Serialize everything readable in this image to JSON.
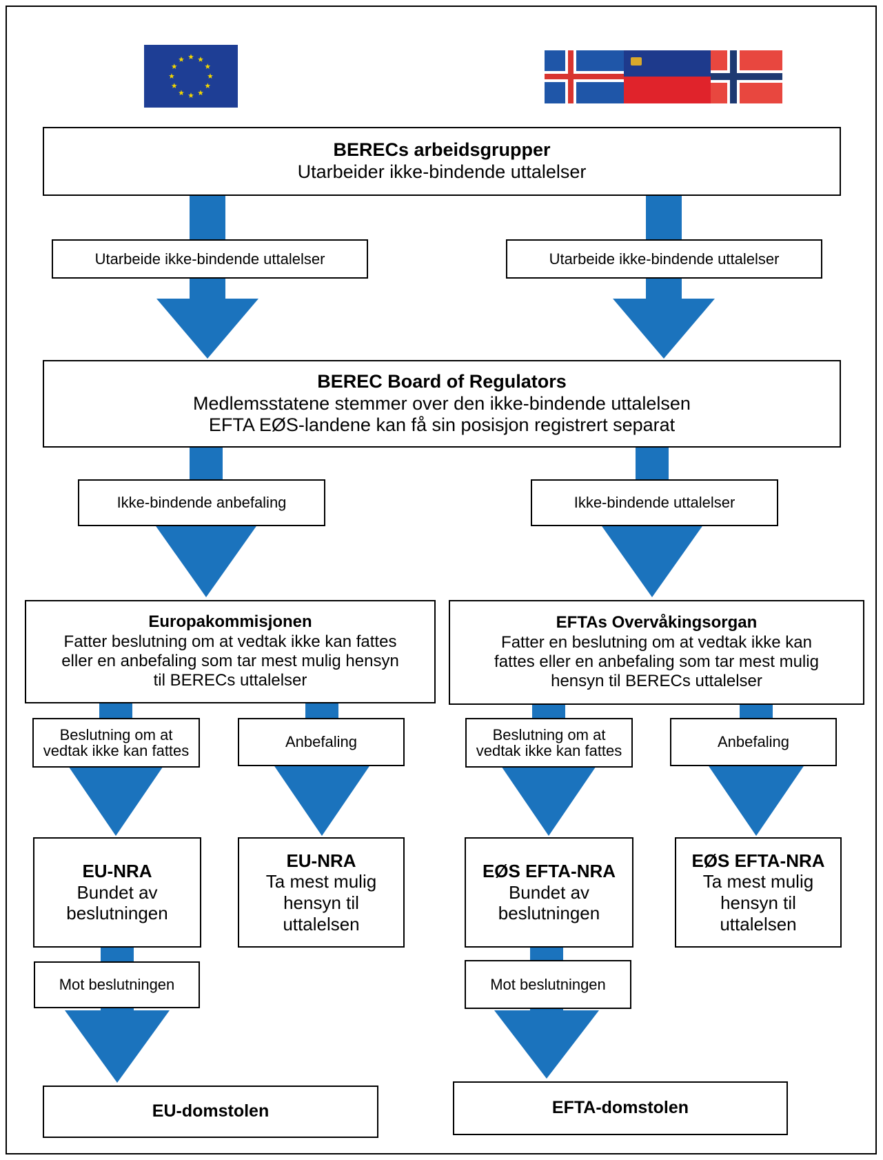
{
  "colors": {
    "arrow": "#1B73BD",
    "eu_blue": "#1E3E95",
    "eu_star": "#F2D600"
  },
  "flags": [
    {
      "name": "eu-flag",
      "meaning": "EU"
    },
    {
      "name": "iceland-flag",
      "meaning": "Iceland"
    },
    {
      "name": "liechtenstein-flag",
      "meaning": "Liechtenstein"
    },
    {
      "name": "norway-flag",
      "meaning": "Norway"
    }
  ],
  "top": {
    "title": "BERECs arbeidsgrupper",
    "text": "Utarbeider ikke-bindende uttalelser"
  },
  "step1": {
    "left": "Utarbeide ikke-bindende uttalelser",
    "right": "Utarbeide ikke-bindende uttalelser"
  },
  "board": {
    "title": "BEREC Board of Regulators",
    "line1": "Medlemsstatene stemmer over den ikke-bindende uttalelsen",
    "line2": "EFTA EØS-landene kan få sin posisjon registrert separat"
  },
  "step2": {
    "left": "Ikke-bindende anbefaling",
    "right": "Ikke-bindende uttalelser"
  },
  "commission": {
    "title": "Europakommisjonen",
    "line1": "Fatter  beslutning om at vedtak ikke kan fattes",
    "line2": "eller en anbefaling som tar mest mulig hensyn",
    "line3": "til BERECs uttalelser"
  },
  "esa": {
    "title": "EFTAs Overvåkingsorgan",
    "line1": "Fatter  en beslutning om at vedtak ikke kan",
    "line2": "fattes eller en anbefaling som tar mest mulig",
    "line3": "hensyn til BERECs uttalelser"
  },
  "decision_labels": {
    "eu_decision": {
      "line1": "Beslutning om at",
      "line2": "vedtak ikke kan fattes"
    },
    "eu_recommendation": "Anbefaling",
    "efta_decision": {
      "line1": "Beslutning om at",
      "line2": "vedtak ikke kan fattes"
    },
    "efta_recommendation": "Anbefaling"
  },
  "nra": {
    "eu_bound": {
      "title": "EU-NRA",
      "line1": "Bundet av",
      "line2": "beslutningen"
    },
    "eu_rec": {
      "title": "EU-NRA",
      "line1": "Ta mest mulig",
      "line2": "hensyn til",
      "line3": "uttalelsen"
    },
    "efta_bound": {
      "title": "EØS EFTA-NRA",
      "line1": "Bundet av",
      "line2": "beslutningen"
    },
    "efta_rec": {
      "title": "EØS EFTA-NRA",
      "line1": "Ta mest mulig",
      "line2": "hensyn til",
      "line3": "uttalelsen"
    }
  },
  "appeal": {
    "eu_label": "Mot beslutningen",
    "efta_label": "Mot beslutningen"
  },
  "courts": {
    "eu": "EU-domstolen",
    "efta": "EFTA-domstolen"
  }
}
